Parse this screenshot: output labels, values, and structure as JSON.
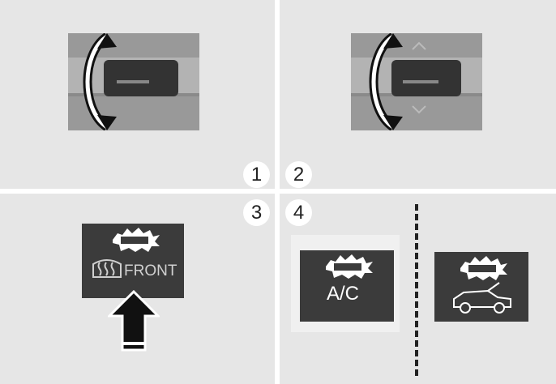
{
  "steps": [
    {
      "number": "1"
    },
    {
      "number": "2"
    },
    {
      "number": "3",
      "button_label": "FRONT"
    },
    {
      "number": "4",
      "button_label": "A/C"
    }
  ],
  "icons": {
    "q1": [
      "rotate-up-down-arrow-icon"
    ],
    "q2": [
      "rotate-up-down-arrow-icon",
      "chevron-up-icon",
      "chevron-down-icon"
    ],
    "q3": [
      "indicator-light-icon",
      "front-defrost-icon",
      "press-up-arrow-icon"
    ],
    "q4": [
      "indicator-light-icon",
      "vehicle-tailgate-icon"
    ]
  }
}
